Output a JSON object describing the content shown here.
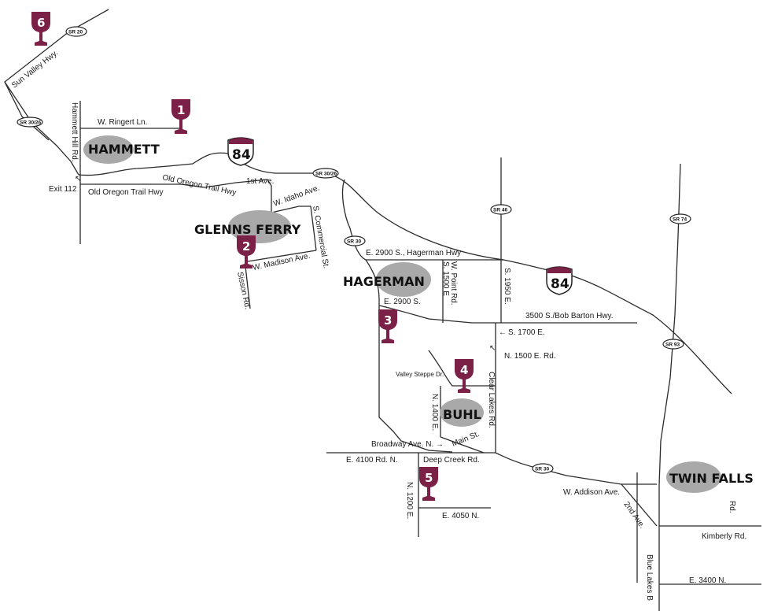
{
  "towns": {
    "hammett": "HAMMETT",
    "glenns_ferry": "GLENNS FERRY",
    "hagerman": "HAGERMAN",
    "buhl": "BUHL",
    "twin_falls": "TWIN FALLS"
  },
  "wineries": [
    "1",
    "2",
    "3",
    "4",
    "5",
    "6"
  ],
  "interstate": "84",
  "state_routes": {
    "sr20": "SR 20",
    "sr30_26_a": "SR 30/26",
    "sr30_26_b": "SR 30/26",
    "sr30_a": "SR 30",
    "sr30_b": "SR 30",
    "sr46": "SR 46",
    "sr74": "SR 74",
    "sr93": "SR 93"
  },
  "roads": {
    "sun_valley": "Sun Valley Hwy.",
    "hammett_hill": "Hammett Hill Rd.",
    "ringert": "W. Ringert Ln.",
    "exit_112": "Exit 112",
    "old_oregon_trail_1": "Old Oregon Trail Hwy",
    "old_oregon_trail_2": "Old Oregon Trail Hwy",
    "first_ave": "1st Ave.",
    "idaho_ave": "W. Idaho Ave.",
    "commercial_st": "S. Commercial St.",
    "madison_ave": "W. Madison Ave.",
    "sisson_rd": "Sisson Rd.",
    "e2900_hagerman": "E. 2900 S., Hagerman Hwy",
    "w_point_rd": "W. Point Rd.",
    "s1500e": "S. 1500 E",
    "s1950e": "S. 1950 E.",
    "e2900s": "E. 2900 S.",
    "bob_barton": "3500 S./Bob Barton Hwy.",
    "s1700e": "S. 1700 E.",
    "n1500e": "N. 1500 E. Rd.",
    "valley_steppe": "Valley Steppe Dr.",
    "clear_lakes": "Clear Lakes Rd.",
    "n1400e": "N. 1400 E.",
    "main_st": "Main St.",
    "broadway": "Broadway Ave. N.",
    "e4100": "E. 4100 Rd. N.",
    "deep_creek": "Deep Creek Rd.",
    "n1200e": "N. 1200 E.",
    "e4050n": "E. 4050 N.",
    "addison": "W. Addison Ave.",
    "second_ave": "2nd Ave.",
    "rd_stub": "Rd.",
    "kimberly": "Kimberly Rd.",
    "blue_lakes": "Blue Lakes B",
    "e3400n": "E. 3400 N."
  },
  "colors": {
    "wine": "#7b2148",
    "town_blob": "#a9a9a9",
    "road": "#2b2b2b"
  }
}
